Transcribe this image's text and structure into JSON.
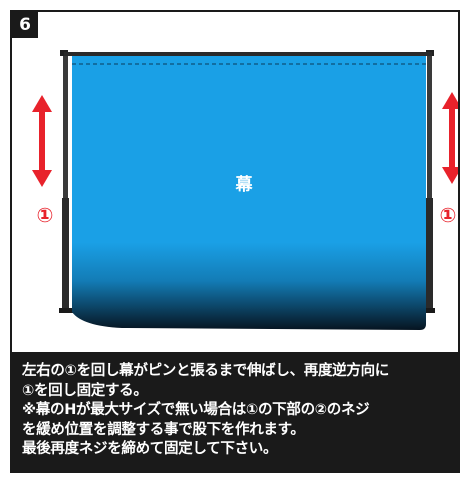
{
  "step": {
    "number": "6"
  },
  "illustration": {
    "curtain_label": "幕",
    "left_marker": "①",
    "right_marker": "①",
    "colors": {
      "curtain_top": "#1aa0e6",
      "curtain_bottom": "#061420",
      "arrow": "#e8222b",
      "pole": "#3a3a3a"
    }
  },
  "caption": {
    "lines": [
      "左右の①を回し幕がピンと張るまで伸ばし、再度逆方向に",
      "①を回し固定する。",
      "※幕のHが最大サイズで無い場合は①の下部の②のネジ",
      "を緩め位置を調整する事で股下を作れます。",
      "最後再度ネジを締めて固定して下さい。"
    ]
  }
}
